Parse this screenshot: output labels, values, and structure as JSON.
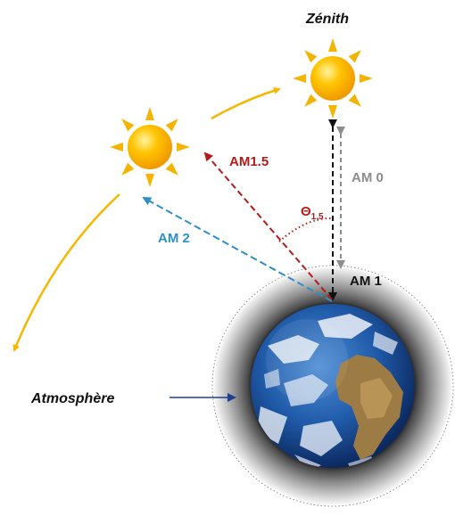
{
  "labels": {
    "zenith": "Zénith",
    "am0": "AM 0",
    "am1": "AM 1",
    "am15": "AM1.5",
    "am2": "AM 2",
    "theta_main": "Θ",
    "theta_sub": "1,5",
    "atmosphere": "Atmosphère"
  },
  "colors": {
    "am0": "#8c8c8c",
    "am1": "#111111",
    "am15": "#b01c1c",
    "am2": "#2e8fc8",
    "sun_path": "#f5b800",
    "atmosphere_arrow": "#1f3f8f",
    "sun_core": "#ffc000",
    "sun_rays": "#f5b400"
  },
  "icons": {
    "sun": "sun-icon",
    "earth": "earth-globe-icon"
  }
}
